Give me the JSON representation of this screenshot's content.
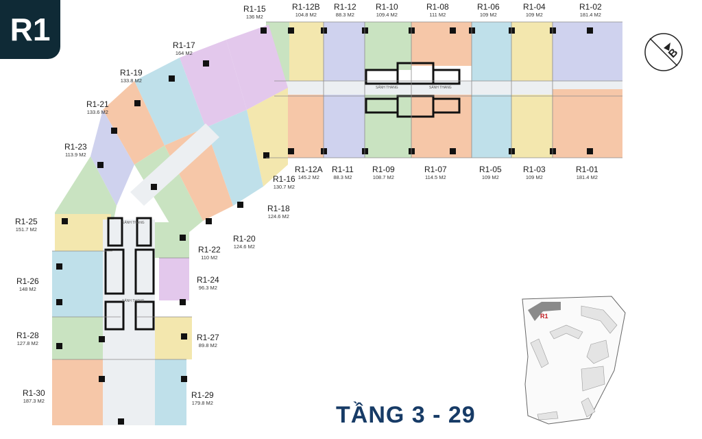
{
  "building": "R1",
  "floor_label": "TẦNG 3 - 29",
  "compass_letter": "B",
  "minimap_label": "R1",
  "lobby_label": "SẢNH THANG",
  "colors": {
    "badge": "#0f2a36",
    "floor_text": "#173b66",
    "minimap_label": "#c0171c",
    "room_palette": [
      "#f6c7a8",
      "#c9e3c1",
      "#bfe0ea",
      "#cfd2ee",
      "#f3e7ae",
      "#e3c8ec",
      "#f6d6b0"
    ]
  },
  "units": [
    {
      "id": "R1-15",
      "area": "136 M2"
    },
    {
      "id": "R1-12B",
      "area": "104.8 M2"
    },
    {
      "id": "R1-12",
      "area": "88.3 M2"
    },
    {
      "id": "R1-10",
      "area": "109.4 M2"
    },
    {
      "id": "R1-08",
      "area": "111 M2"
    },
    {
      "id": "R1-06",
      "area": "109 M2"
    },
    {
      "id": "R1-04",
      "area": "109 M2"
    },
    {
      "id": "R1-02",
      "area": "181.4 M2"
    },
    {
      "id": "R1-17",
      "area": "164 M2"
    },
    {
      "id": "R1-19",
      "area": "133.8 M2"
    },
    {
      "id": "R1-21",
      "area": "133.6 M2"
    },
    {
      "id": "R1-23",
      "area": "113.9 M2"
    },
    {
      "id": "R1-12A",
      "area": "145.2 M2"
    },
    {
      "id": "R1-11",
      "area": "88.3 M2"
    },
    {
      "id": "R1-09",
      "area": "108.7 M2"
    },
    {
      "id": "R1-07",
      "area": "114.5 M2"
    },
    {
      "id": "R1-05",
      "area": "109 M2"
    },
    {
      "id": "R1-03",
      "area": "109 M2"
    },
    {
      "id": "R1-01",
      "area": "181.4 M2"
    },
    {
      "id": "R1-16",
      "area": "130.7 M2"
    },
    {
      "id": "R1-18",
      "area": "124.6 M2"
    },
    {
      "id": "R1-20",
      "area": "124.6 M2"
    },
    {
      "id": "R1-22",
      "area": "110 M2"
    },
    {
      "id": "R1-25",
      "area": "151.7 M2"
    },
    {
      "id": "R1-24",
      "area": "96.3 M2"
    },
    {
      "id": "R1-26",
      "area": "148 M2"
    },
    {
      "id": "R1-28",
      "area": "127.8 M2"
    },
    {
      "id": "R1-27",
      "area": "89.8 M2"
    },
    {
      "id": "R1-30",
      "area": "187.3 M2"
    },
    {
      "id": "R1-29",
      "area": "179.8 M2"
    }
  ]
}
